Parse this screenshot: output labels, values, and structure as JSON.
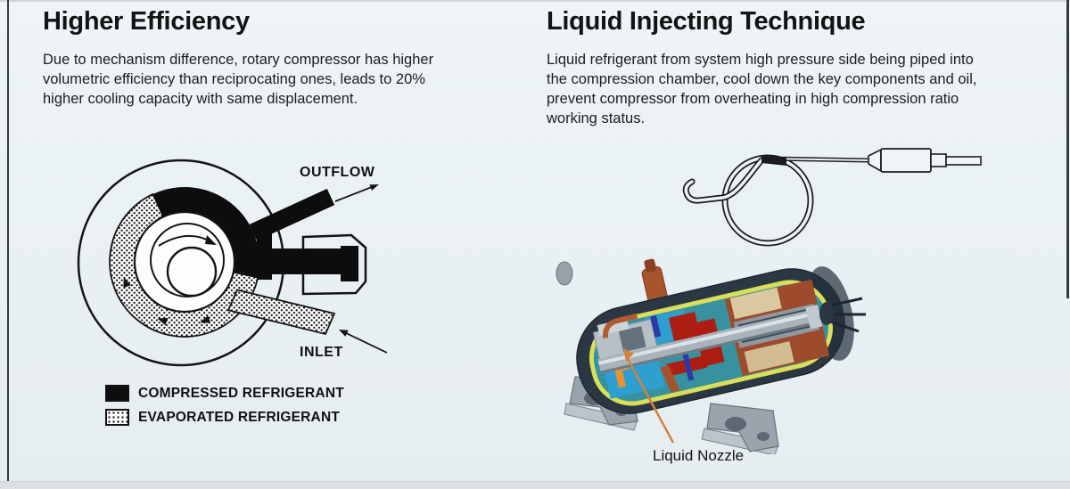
{
  "page": {
    "background": "#e9f0f4",
    "footer_strip_color": "#dbe1e4",
    "ink_color": "#141414",
    "accent_orange": "#d2823c"
  },
  "left": {
    "title": "Higher Efficiency",
    "body": "Due to mechanism difference, rotary compressor has higher volumetric efficiency than reciprocating ones, leads to 20% higher cooling capacity with same displacement.",
    "diagram": {
      "outflow_label": "OUTFLOW",
      "inlet_label": "INLET"
    },
    "legend": [
      {
        "style": "solid",
        "label": "COMPRESSED REFRIGERANT"
      },
      {
        "style": "dotted",
        "label": "EVAPORATED REFRIGERANT"
      }
    ]
  },
  "right": {
    "title": "Liquid Injecting Technique",
    "body": "Liquid refrigerant from system high pressure side being piped into the compression chamber, cool down the key components and oil, prevent compressor from overheating in high compression ratio working status.",
    "nozzle_label": "Liquid Nozzle"
  }
}
